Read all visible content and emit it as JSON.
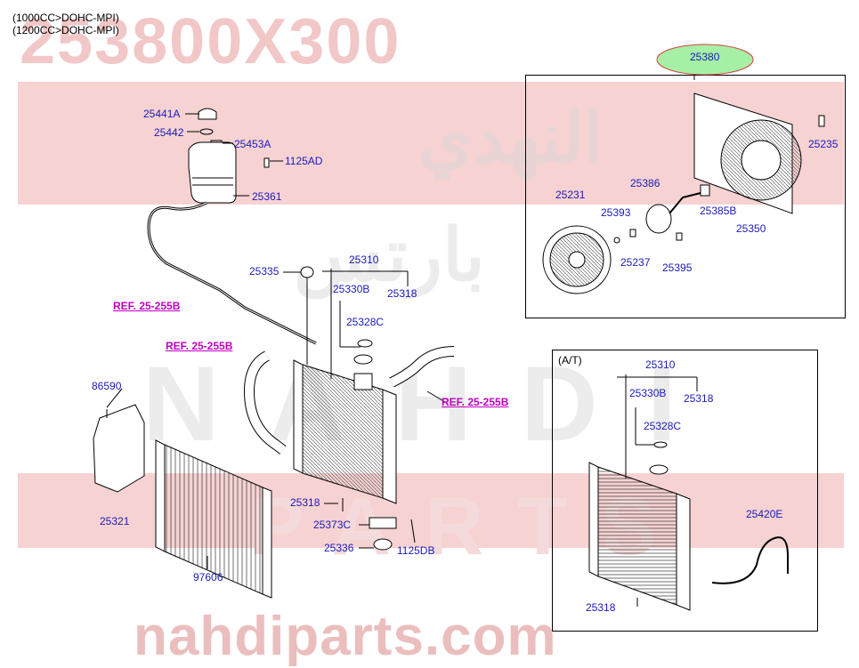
{
  "notes": [
    "(1000CC>DOHC-MPI)",
    "(1200CC>DOHC-MPI)"
  ],
  "watermarks": {
    "code": "253800X300",
    "arabic_top": "النهدي",
    "arabic_mid": "بارتس",
    "nahdi": "NAHDI",
    "parts": "PARTS",
    "url": "nahdiparts.com"
  },
  "highlight_part": "25380",
  "at_label": "(A/T)",
  "refs": [
    "REF. 25-255B",
    "REF. 25-255B",
    "REF. 25-255B"
  ],
  "parts": {
    "p25441A": "25441A",
    "p25442": "25442",
    "p25453A": "25453A",
    "p1125AD": "1125AD",
    "p25361": "25361",
    "p25335": "25335",
    "p25310": "25310",
    "p25330B": "25330B",
    "p25318a": "25318",
    "p25328C": "25328C",
    "p86590": "86590",
    "p25321": "25321",
    "p97606": "97606",
    "p25318b": "25318",
    "p25373C": "25373C",
    "p25336": "25336",
    "p1125DB": "1125DB",
    "p25235": "25235",
    "p25231": "25231",
    "p25386": "25386",
    "p25393": "25393",
    "p25385B": "25385B",
    "p25350": "25350",
    "p25237": "25237",
    "p25395": "25395",
    "at25310": "25310",
    "at25330B": "25330B",
    "at25318": "25318",
    "at25328C": "25328C",
    "p25420E": "25420E",
    "at25318b": "25318"
  },
  "colors": {
    "label_blue": "#1a1ab8",
    "ref_magenta": "#c000c0",
    "highlight_green": "#a6f0a6",
    "highlight_border": "#d44040",
    "band_pink": "#f6d2d2"
  }
}
